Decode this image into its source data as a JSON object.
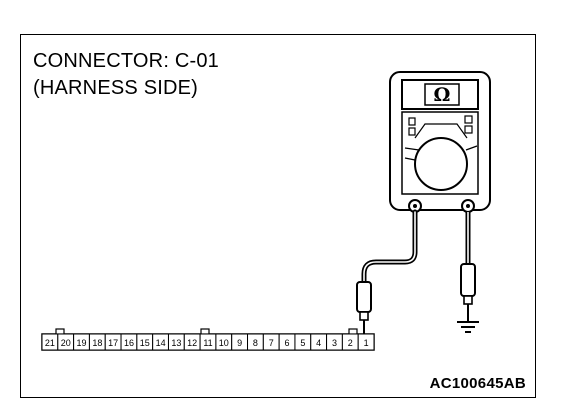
{
  "diagram": {
    "connector_line": "CONNECTOR: C-01",
    "side_line": "(HARNESS SIDE)",
    "figure_code": "AC100645AB",
    "meter_symbol": "Ω",
    "pins": [
      "21",
      "20",
      "19",
      "18",
      "17",
      "16",
      "15",
      "14",
      "13",
      "12",
      "11",
      "10",
      "9",
      "8",
      "7",
      "6",
      "5",
      "4",
      "3",
      "2",
      "1"
    ]
  }
}
